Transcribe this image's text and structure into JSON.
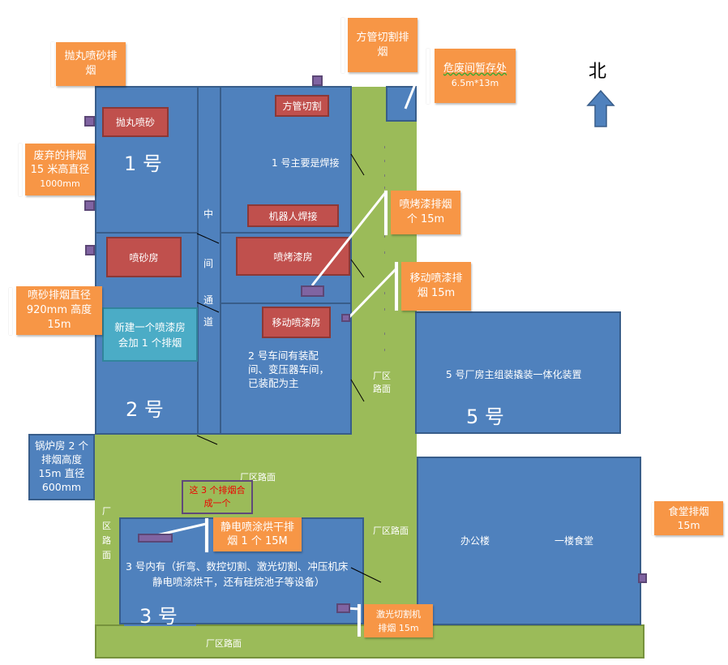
{
  "north": {
    "label": "北",
    "arrow_color": "#4f81bd"
  },
  "colors": {
    "building": "#4f81bd",
    "road": "#9bbb59",
    "room": "#c0504d",
    "callout": "#f79646",
    "stack": "#8064a2",
    "new_room": "#4bacc6"
  },
  "buildings": {
    "b1": {
      "big_label": "1 号",
      "note": "1 号主要是焊接",
      "rooms": [
        "抛丸喷砂",
        "方管切割",
        "机器人焊接"
      ]
    },
    "corridor": {
      "chars": [
        "中",
        "间",
        "通",
        "道"
      ]
    },
    "b2": {
      "big_label": "2 号",
      "note": "2 号车间有装配间、变压器车间，已装配为主",
      "rooms": [
        "喷砂房",
        "喷烤漆房",
        "移动喷漆房"
      ],
      "new_room": "新建一个喷漆房会加 1 个排烟"
    },
    "b3": {
      "big_label": "3 号",
      "note_line1": "3 号内有（折弯、数控切割、激光切割、冲压机床",
      "note_line2": "静电喷涂烘干，还有硅烷池子等设备）"
    },
    "b5": {
      "big_label": "5 号",
      "note": "5 号厂房主组装撬装一体化装置"
    },
    "office": {
      "left": "办公楼",
      "right": "一楼食堂"
    },
    "boiler": {
      "lines": [
        "锅炉房 2 个",
        "排烟高度",
        "15m 直径",
        "600mm"
      ]
    }
  },
  "callouts": {
    "shot_blast": [
      "抛丸喷砂排",
      "烟"
    ],
    "abandoned": [
      "废弃的排烟",
      "15 米高直径",
      "1000mm"
    ],
    "sand_blast": [
      "喷砂排烟直径",
      "920mm 高度",
      "15m"
    ],
    "tube_cut": [
      "方管切割排",
      "烟"
    ],
    "hazwaste": [
      "危废间暂存处",
      "6.5m*13m"
    ],
    "paint_bake": [
      "喷烤漆排烟",
      "个 15m"
    ],
    "mobile_paint": [
      "移动喷漆排",
      "烟 15m"
    ],
    "electrostatic": [
      "静电喷涂烘干排",
      "烟 1 个 15M"
    ],
    "laser": [
      "激光切割机",
      "排烟 15m"
    ],
    "canteen": [
      "食堂排烟",
      "15m"
    ]
  },
  "merge_note": [
    "这 3 个排烟合",
    "成一个"
  ],
  "roads": {
    "label": "厂区路面",
    "vertical_chars": [
      "厂",
      "区",
      "路",
      "面"
    ],
    "short": [
      "厂区",
      "路面"
    ]
  }
}
